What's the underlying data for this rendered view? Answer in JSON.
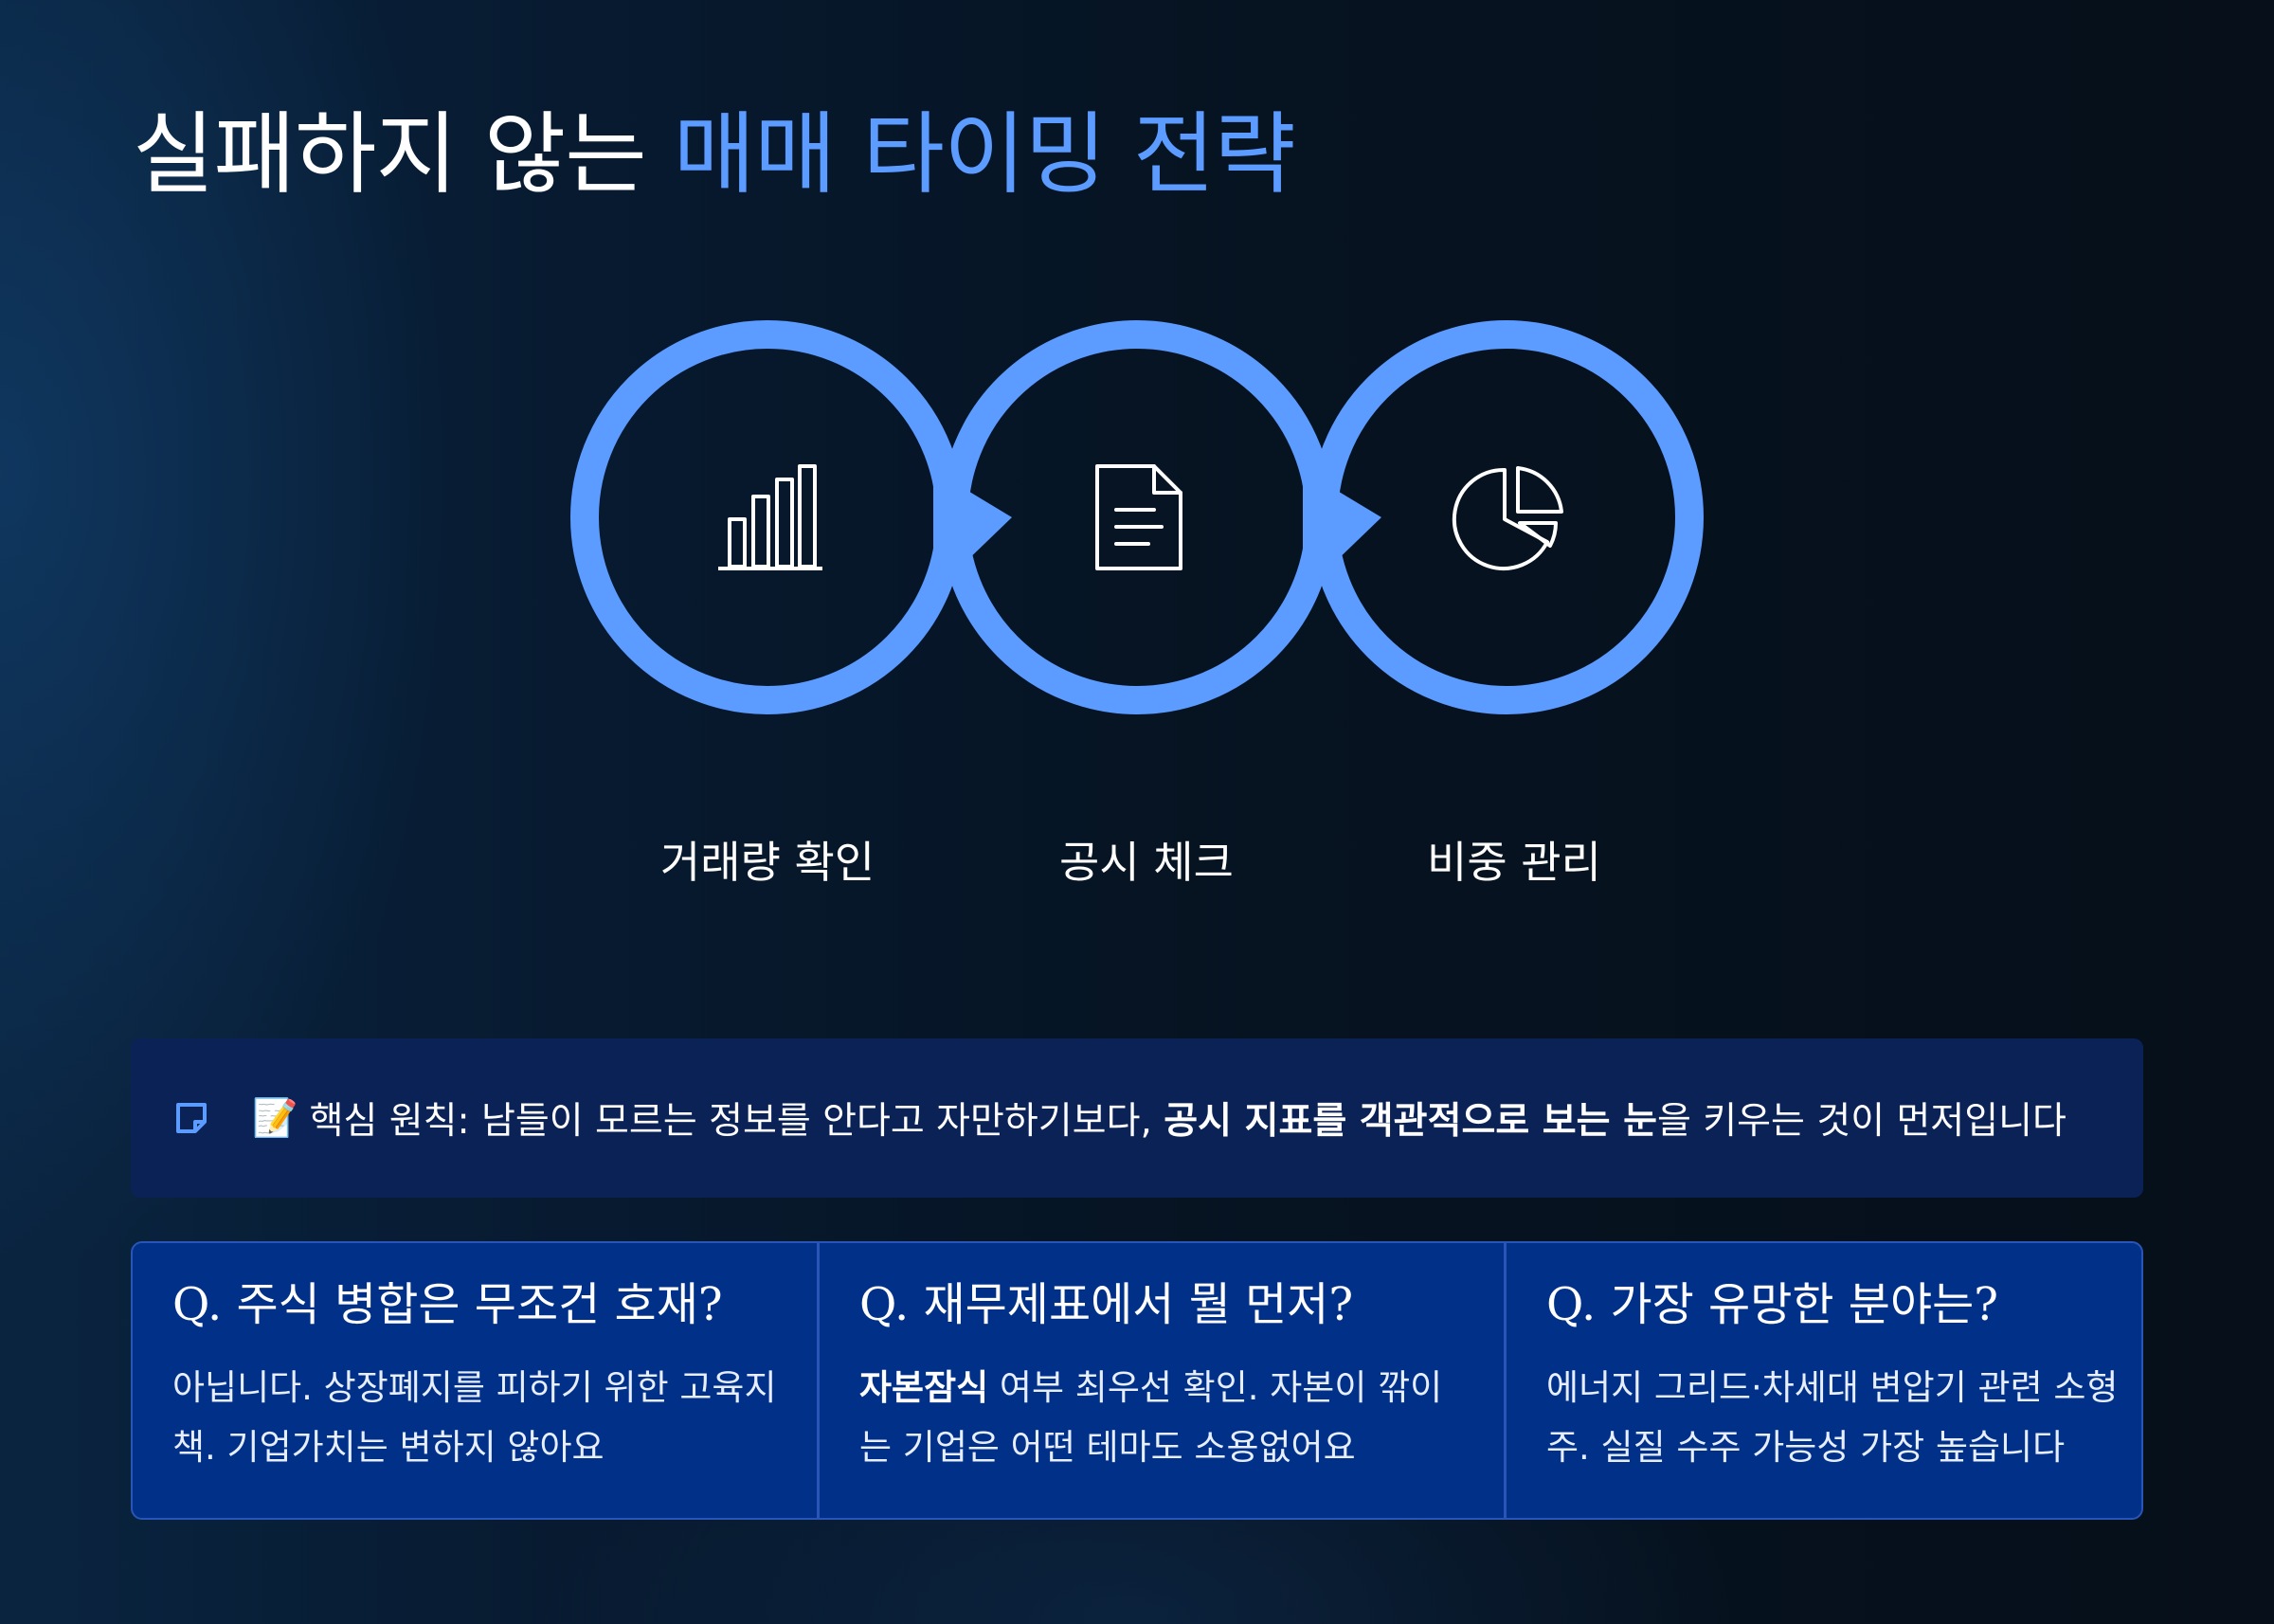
{
  "title": {
    "main": "실패하지 않는",
    "accent": "매매 타이밍 전략"
  },
  "colors": {
    "accent": "#5c9bff",
    "ring": "#5c9bff",
    "panel": "#0b2257",
    "card": "#003087"
  },
  "steps": [
    {
      "label": "거래량 확인",
      "icon": "bar-chart-icon"
    },
    {
      "label": "공시 체크",
      "icon": "document-icon"
    },
    {
      "label": "비중 관리",
      "icon": "pie-chart-icon"
    }
  ],
  "principle": {
    "icon": "sticky-note-icon",
    "emoji": "📝",
    "prefix": "핵심 원칙: 남들이 모르는 정보를 안다고 자만하기보다,",
    "bold": "공시 지표를 객관적으로 보는 눈",
    "suffix": "을 키우는 것이 먼저입니다"
  },
  "faq": [
    {
      "question": "Q. 주식 병합은 무조건 호재?",
      "answer_bold": "",
      "answer": "아닙니다. 상장폐지를 피하기 위한 고육지책. 기업가치는 변하지 않아요"
    },
    {
      "question": "Q. 재무제표에서 뭘 먼저?",
      "answer_bold": "자본잠식",
      "answer": " 여부 최우선 확인. 자본이 깎이는 기업은 어떤 테마도 소용없어요"
    },
    {
      "question": "Q. 가장 유망한 분야는?",
      "answer_bold": "",
      "answer": "에너지 그리드·차세대 변압기 관련 소형주. 실질 수주 가능성 가장 높습니다"
    }
  ]
}
